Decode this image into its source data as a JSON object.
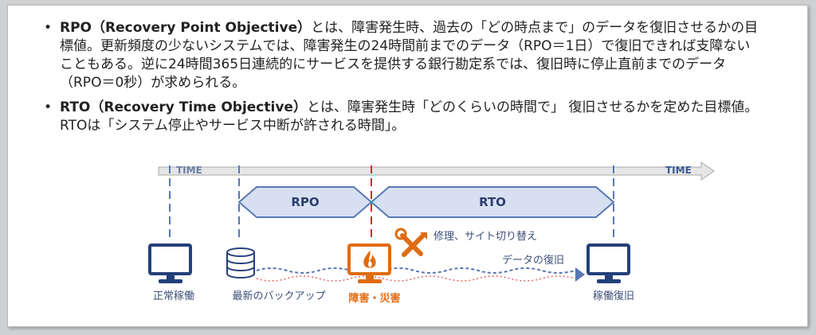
{
  "bullets": [
    {
      "marker": "•",
      "term": "RPO（Recovery Point Objective）",
      "text": "とは、障害発生時、過去の「どの時点まで」のデータを復旧させるかの目標値。更新頻度の少ないシステムでは、障害発生の24時間前までのデータ（RPO＝1日）で復旧できれば支障ないこともある。逆に24時間365日連続的にサービスを提供する銀行勘定系では、復旧時に停止直前までのデータ（RPO＝0秒）が求められる。"
    },
    {
      "marker": "•",
      "term": "RTO（Recovery Time Objective）",
      "text": "とは、障害発生時「どのくらいの時間で」 復旧させるかを定めた目標値。RTOは「システム停止やサービス中断が許される時間」。"
    }
  ],
  "diagram": {
    "time_left": "TIME",
    "time_right": "TIME",
    "rpo": "RPO",
    "rto": "RTO",
    "repair_note": "修理、サイト切り替え",
    "restore_note": "データの復旧",
    "normal": "正常稼働",
    "backup": "最新のバックアップ",
    "disaster": "障害・災害",
    "recovered": "稼働復旧"
  },
  "colors": {
    "blue": "#5878b5",
    "navy": "#24407a",
    "arrow_fill": "#d7e0f1",
    "disaster": "#e06c12",
    "red_line": "#d9252c",
    "gray": "#9a9a9a"
  }
}
